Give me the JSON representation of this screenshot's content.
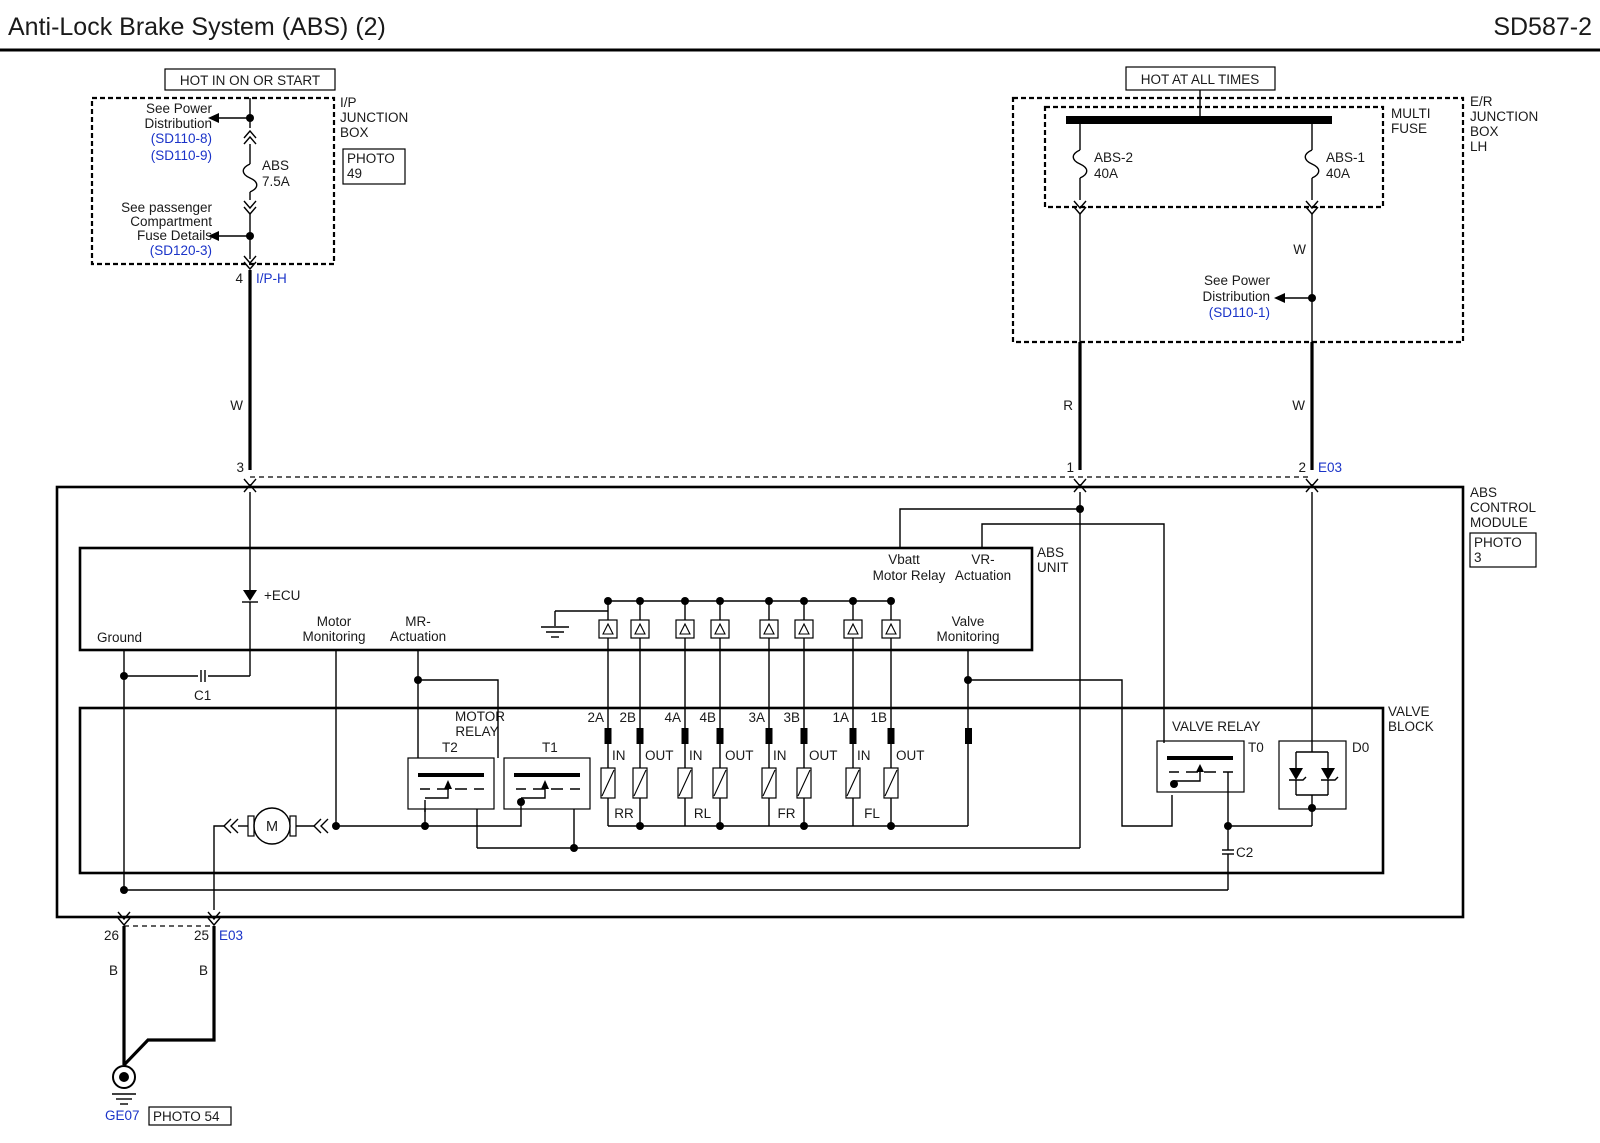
{
  "header": {
    "title": "Anti-Lock Brake System (ABS) (2)",
    "code": "SD587-2"
  },
  "ip_junction_box": {
    "supply_label": "HOT IN ON OR START",
    "name": [
      "I/P",
      "JUNCTION",
      "BOX"
    ],
    "photo": [
      "PHOTO",
      "49"
    ],
    "ref_power": [
      "See Power",
      "Distribution"
    ],
    "ref_power_codes": [
      "(SD110-8)",
      "(SD110-9)"
    ],
    "fuse": [
      "ABS",
      "7.5A"
    ],
    "ref_passenger": [
      "See passenger",
      "Compartment",
      "Fuse Details"
    ],
    "ref_passenger_code": "(SD120-3)",
    "pin": "4",
    "connector": "I/P-H"
  },
  "er_junction_box": {
    "supply_label": "HOT AT ALL TIMES",
    "name": [
      "E/R",
      "JUNCTION",
      "BOX",
      "LH"
    ],
    "multi_fuse": [
      "MULTI",
      "FUSE"
    ],
    "fuse_abs2": [
      "ABS-2",
      "40A"
    ],
    "fuse_abs1": [
      "ABS-1",
      "40A"
    ],
    "wire_w": "W",
    "ref_power": [
      "See Power",
      "Distribution"
    ],
    "ref_power_code": "(SD110-1)"
  },
  "wires": {
    "left": "W",
    "mid": "R",
    "right": "W",
    "ground_a": "B",
    "ground_b": "B"
  },
  "pins": {
    "p3": "3",
    "p1": "1",
    "p2": "2",
    "e03_top": "E03",
    "p26": "26",
    "p25": "25",
    "e03_bottom": "E03"
  },
  "module": {
    "name": [
      "ABS",
      "CONTROL",
      "MODULE"
    ],
    "photo": [
      "PHOTO",
      "3"
    ],
    "abs_unit": [
      "ABS",
      "UNIT"
    ],
    "vbatt": [
      "Vbatt",
      "Motor Relay"
    ],
    "vr": [
      "VR-",
      "Actuation"
    ],
    "ecu": "+ECU",
    "ground": "Ground",
    "motor_mon": [
      "Motor",
      "Monitoring"
    ],
    "mr_act": [
      "MR-",
      "Actuation"
    ],
    "valve_mon": [
      "Valve",
      "Monitoring"
    ],
    "c1": "C1",
    "c2": "C2"
  },
  "valve_block": {
    "name": [
      "VALVE",
      "BLOCK"
    ],
    "motor_relay": [
      "MOTOR",
      "RELAY"
    ],
    "t2": "T2",
    "t1": "T1",
    "motor": "M",
    "valve_relay": "VALVE RELAY",
    "t0": "T0",
    "d0": "D0",
    "valves": [
      {
        "a": "2A",
        "b": "2B",
        "wheel": "RR"
      },
      {
        "a": "4A",
        "b": "4B",
        "wheel": "RL"
      },
      {
        "a": "3A",
        "b": "3B",
        "wheel": "FR"
      },
      {
        "a": "1A",
        "b": "1B",
        "wheel": "FL"
      }
    ],
    "in_label": "IN",
    "out_label": "OUT"
  },
  "ground": {
    "code": "GE07",
    "photo": "PHOTO 54"
  },
  "colors": {
    "box_fill": "#7fcde0",
    "link_blue": "#1a33c8"
  }
}
